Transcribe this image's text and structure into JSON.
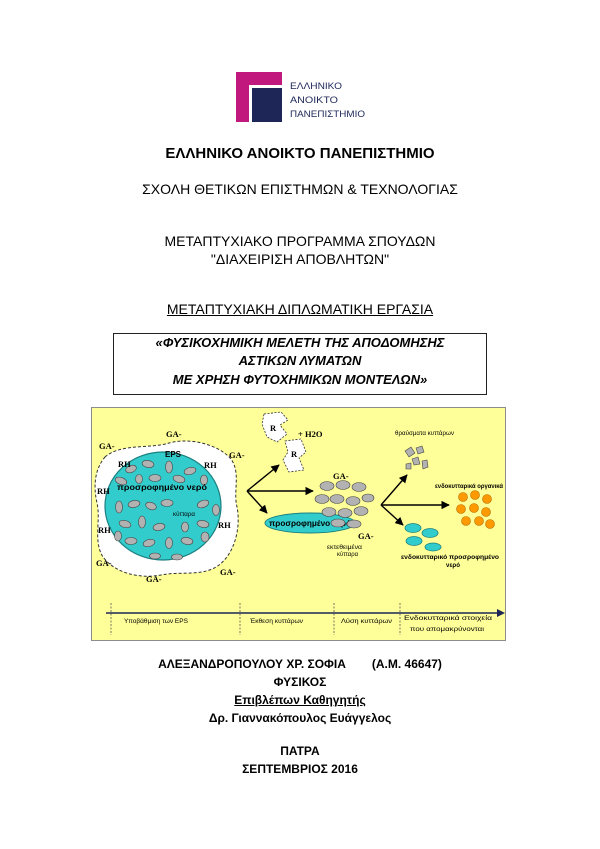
{
  "logo": {
    "line1": "ΕΛΛΗΝΙΚΟ",
    "line2": "ΑΝΟΙΚΤΟ",
    "line3": "ΠΑΝΕΠΙΣΤΗΜΙΟ"
  },
  "colors": {
    "logo_magenta": "#c0187c",
    "logo_navy": "#1d2657",
    "figure_bg": "#ffff99",
    "eps_teal": "#33cccc",
    "cell_gray": "#b2b2b2",
    "organics_orange": "#ff9900"
  },
  "header": {
    "university": "ΕΛΛΗΝΙΚΟ ΑΝΟΙΚΤΟ ΠΑΝΕΠΙΣΤΗΜΙΟ",
    "school": "ΣΧΟΛΗ ΘΕΤΙΚΩΝ ΕΠΙΣΤΗΜΩΝ & ΤΕΧΝΟΛΟΓΙΑΣ",
    "program_line1": "ΜΕΤΑΠΤΥΧΙΑΚΟ ΠΡΟΓΡΑΜΜΑ ΣΠΟΥΔΩΝ",
    "program_line2": "\"ΔΙΑΧΕΙΡΙΣΗ ΑΠΟΒΛΗΤΩΝ\"",
    "thesis_type": "ΜΕΤΑΠΤΥΧΙΑΚΗ ΔΙΠΛΩΜΑΤΙΚΗ ΕΡΓΑΣΙΑ"
  },
  "thesis_title": {
    "line1": "«ΦΥΣΙΚΟΧΗΜΙΚΗ ΜΕΛΕΤΗ ΤΗΣ ΑΠΟΔΟΜΗΣΗΣ",
    "line2": "ΑΣΤΙΚΩΝ ΛΥΜΑΤΩΝ",
    "line3": "ΜΕ ΧΡΗΣΗ ΦΥΤΟΧΗΜΙΚΩΝ ΜΟΝΤΕΛΩΝ»"
  },
  "figure": {
    "ga": "GA-",
    "rh": "RH",
    "eps": "EPS",
    "adsorbed_water": "προσροφημένο νερό",
    "cells": "κύτταρα",
    "r": "R",
    "plus_water": "+ H2O",
    "exposed_cells_line1": "εκτεθειμένα",
    "exposed_cells_line2": "κύτταρα",
    "cell_debris": "θραύσματα κυττάρων",
    "intracellular_organics": "ενδοκυτταρικά οργανικά",
    "intracellular_water_line1": "ενδοκυτταρικό προσροφημένο",
    "intracellular_water_line2": "νερό",
    "stages": [
      "Υποβάθμιση των EPS",
      "Έκθεση κυττάρων",
      "Λύση κυττάρων"
    ],
    "stage4_line1": "Ενδοκυτταρικά στοιχεία",
    "stage4_line2": "που απομακρύνονται"
  },
  "author": {
    "name": "ΑΛΕΞΑΝΔΡΟΠΟΥΛΟΥ ΧΡ. ΣΟΦΙΑ",
    "registration": "(Α.Μ. 46647)",
    "profession": "ΦΥΣΙΚΟΣ"
  },
  "supervisor": {
    "label": "Επιβλέπων Καθηγητής",
    "name": "Δρ. Γιαννακόπουλος Ευάγγελος"
  },
  "footer": {
    "city": "ΠΑΤΡΑ",
    "date": "ΣΕΠΤΕΜΒΡΙΟΣ 2016"
  }
}
